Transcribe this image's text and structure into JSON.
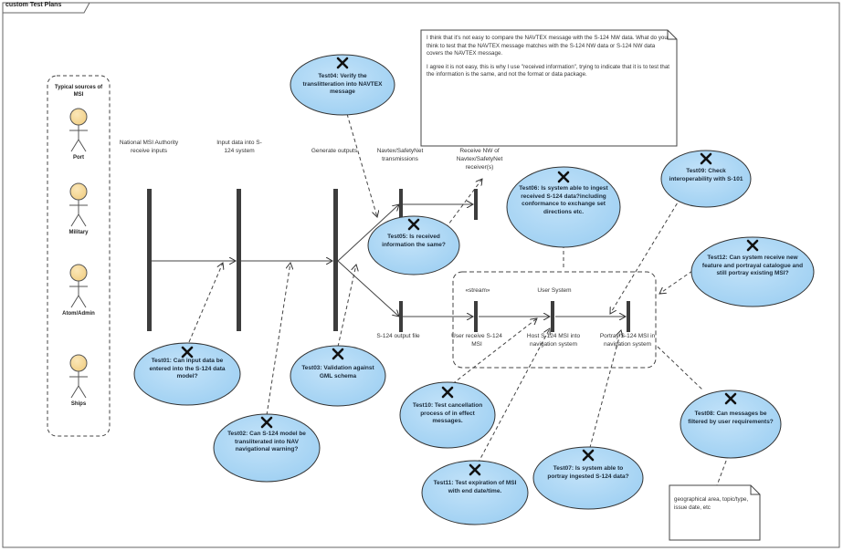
{
  "frame": {
    "label": "custom Test Plans"
  },
  "actors": {
    "title": "Typical sources of MSI",
    "items": [
      "Port",
      "Military",
      "Atom/Admin",
      "Ships"
    ]
  },
  "flow_labels": {
    "national": "National MSI Authority receive inputs",
    "input": "Input data into S-124 system",
    "generate": "Generate outputs",
    "navtex": "Navtex/SafetyNet transmissions",
    "receive": "Receive NW of Navtex/SafetyNet receiver(s)",
    "outputfile": "S-124 output file",
    "user_receive": "User receive S-124 MSI",
    "host": "Host S-124 MSI into navigation system",
    "portray": "Portray S-124 MSI in navigation system"
  },
  "stream": {
    "stereotype": "«stream»",
    "name": "User System"
  },
  "tests": {
    "t01": "Test01: Can input data be entered into the S-124 data model?",
    "t02": "Test02: Can S-124 model be transliterated into NAV navigational warning?",
    "t03": "Test03: Validation against GML schema",
    "t04": "Test04: Verify the translitteration into NAVTEX message",
    "t05": "Test05: Is received information the same?",
    "t06": "Test06: Is system able to ingest received S-124 data?including conformance to exchange set directions etc.",
    "t07": "Test07: Is system able to portray ingested S-124 data?",
    "t08": "Test08: Can messages be filtered by user requirements?",
    "t09": "Test09: Check interoperability with S-101",
    "t10": "Test10: Test cancellation process of in effect messages.",
    "t11": "Test11: Test expiration of MSI with end date/time.",
    "t12": "Test12: Can system receive new feature and portrayal catalogue and still portray existing MSI?"
  },
  "notes": {
    "top_p1": "I think that it's not easy to compare the NAVTEX message with the S-124 NW data. What do you think to test that the NAVTEX message matches with the S-124 NW data or S-124 NW data covers the NAVTEX message.",
    "top_p2": "I agree it is not easy, this is why I use \"received information\", trying to indicate that it is to test that the information is the same, and not the format or data package.",
    "bottom": "geographical area, topic/type, issue date, etc"
  }
}
